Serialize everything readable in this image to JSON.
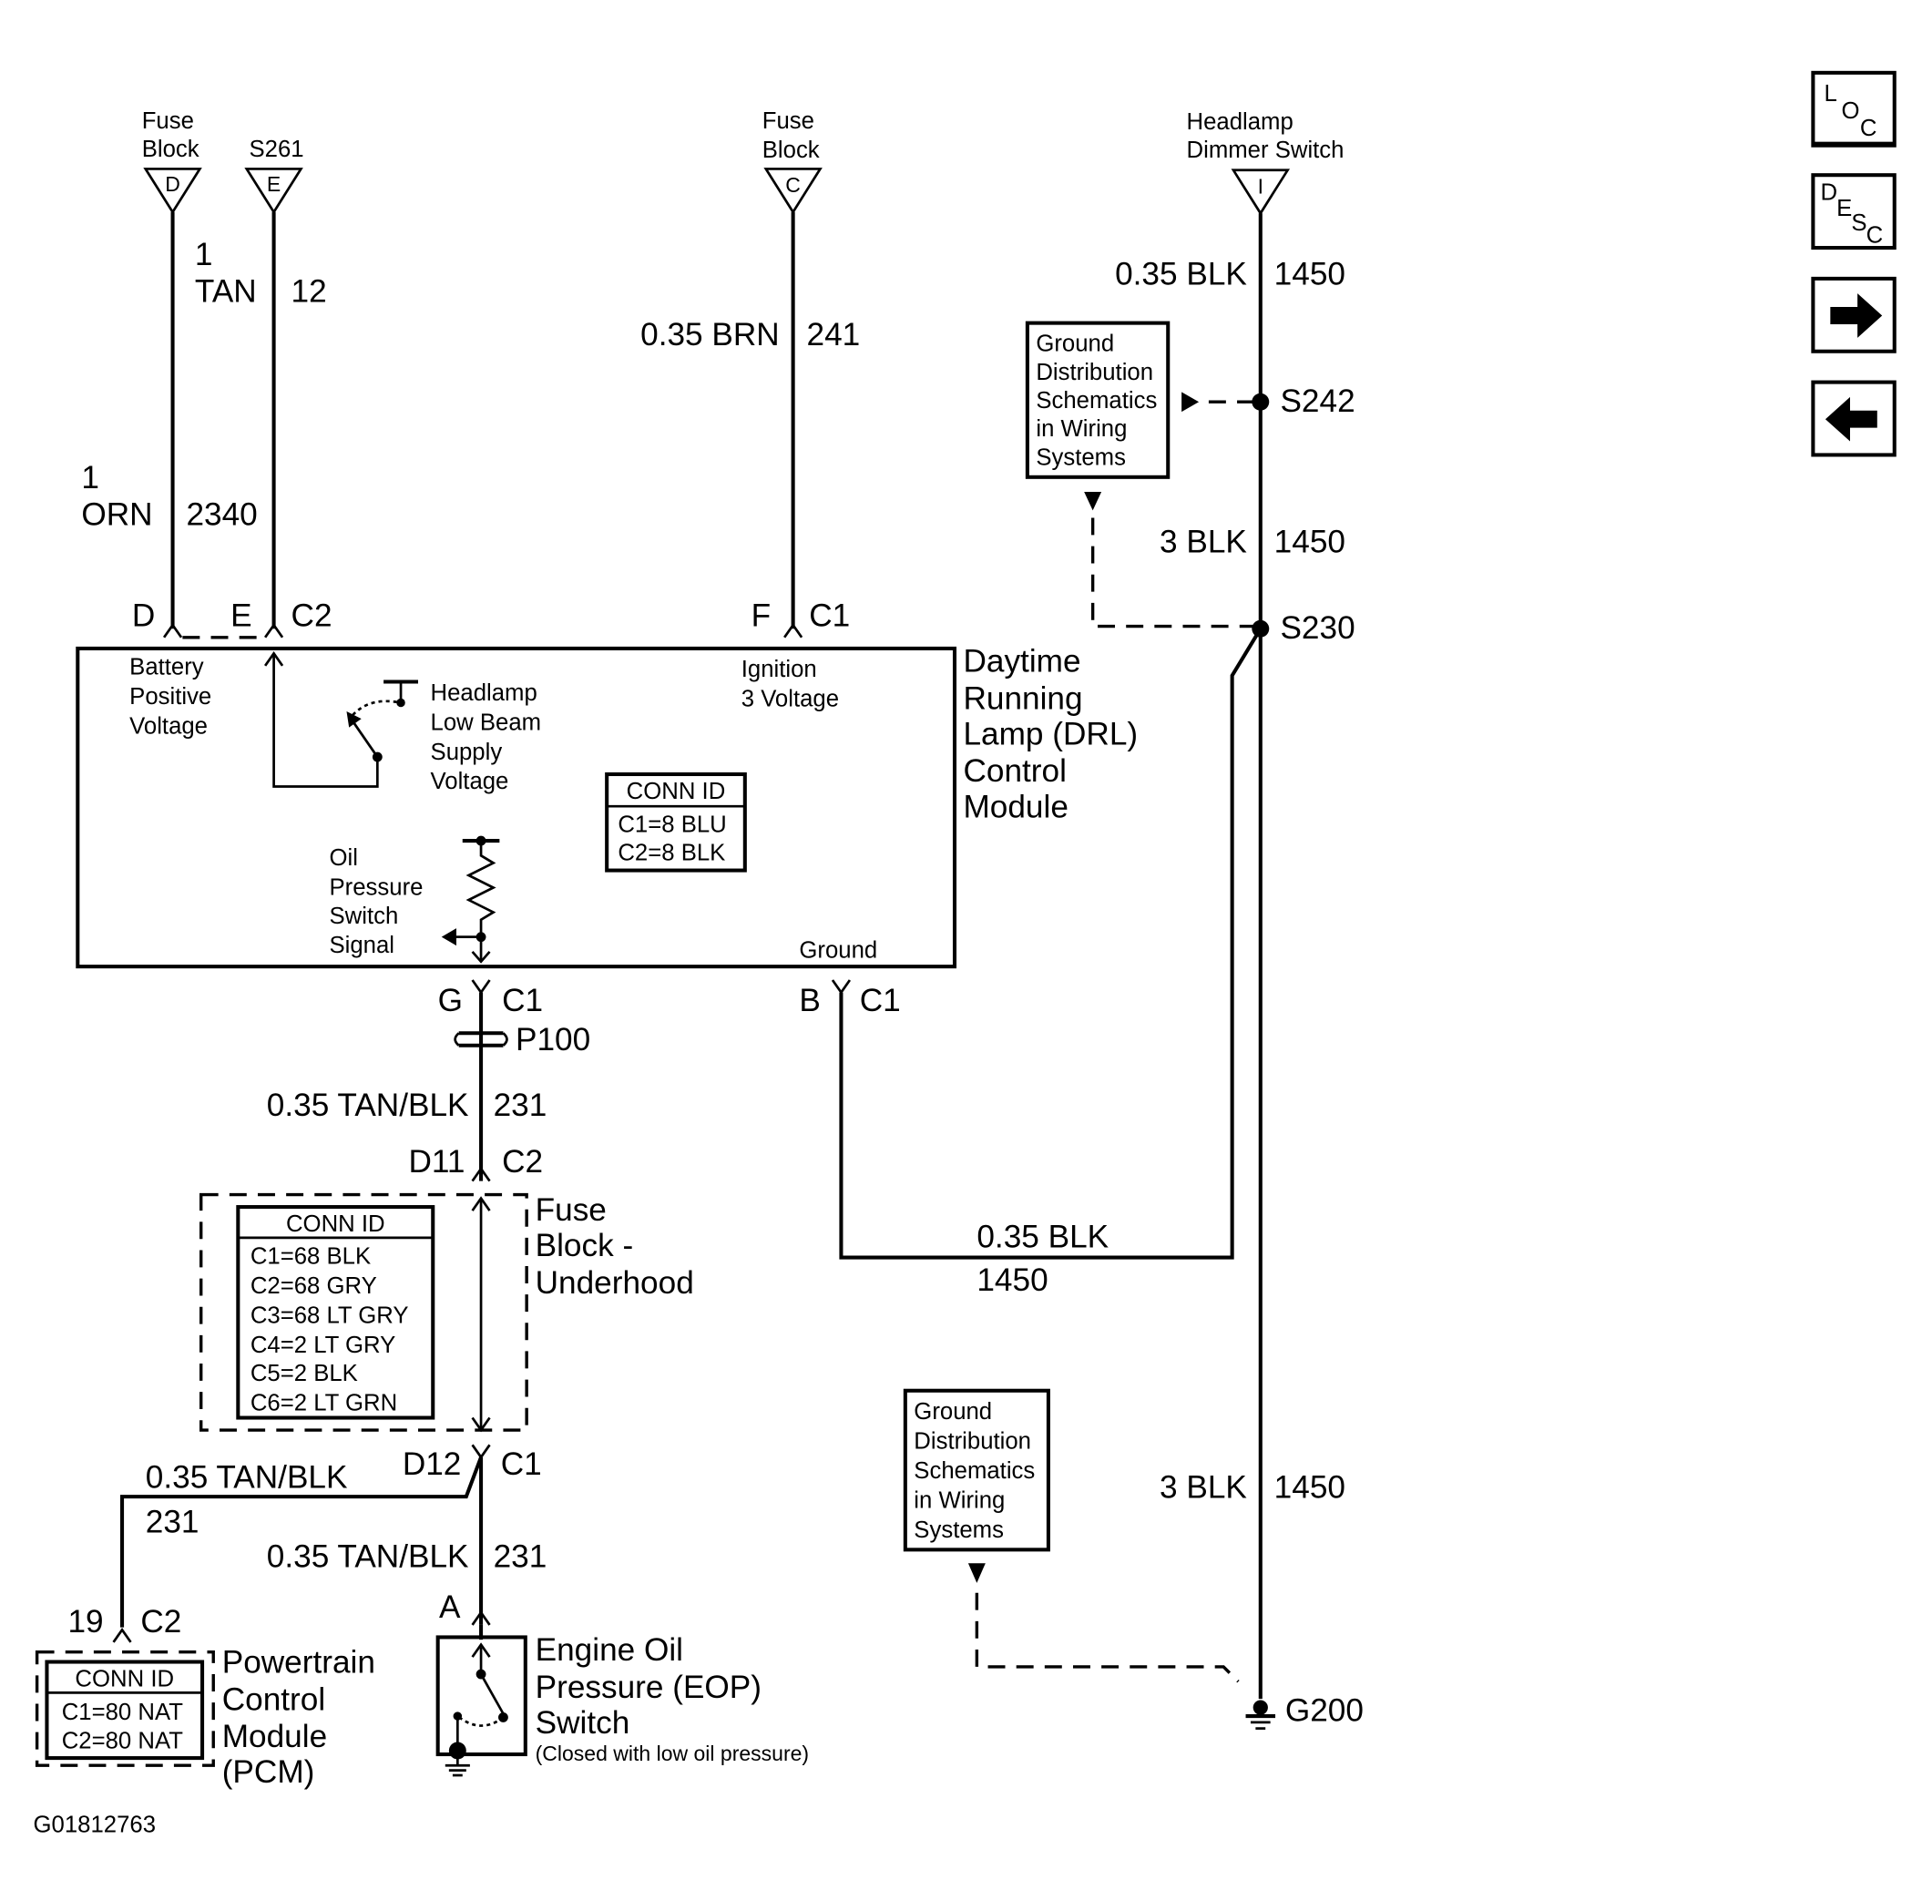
{
  "feeds": {
    "fuse_d": {
      "label1": "Fuse",
      "label2": "Block",
      "letter": "D"
    },
    "s261": {
      "label1": "S261",
      "letter": "E"
    },
    "fuse_c": {
      "label1": "Fuse",
      "label2": "Block",
      "letter": "C"
    },
    "dimmer": {
      "label1": "Headlamp",
      "label2": "Dimmer Switch",
      "letter": "I"
    }
  },
  "wires": {
    "tan": {
      "size": "1",
      "color": "TAN",
      "circuit": "12"
    },
    "orn": {
      "size": "1",
      "color": "ORN",
      "circuit": "2340"
    },
    "brn": {
      "size": "0.35 BRN",
      "circuit": "241"
    },
    "blk_top": {
      "color": "0.35 BLK",
      "circuit": "1450"
    },
    "blk_mid": {
      "color": "3 BLK",
      "circuit": "1450"
    },
    "blk_low": {
      "color": "3 BLK",
      "circuit": "1450"
    },
    "tanblk_1": {
      "color": "0.35 TAN/BLK",
      "circuit": "231"
    },
    "tanblk_2": {
      "color": "0.35 TAN/BLK",
      "circuit": "231"
    },
    "tanblk_3": {
      "color": "0.35 TAN/BLK",
      "circuit": "231"
    },
    "blk_ground": {
      "color": "0.35 BLK",
      "circuit": "1450"
    }
  },
  "splices": {
    "s242": "S242",
    "s230": "S230",
    "g200": "G200",
    "p100": "P100"
  },
  "pins": {
    "d": "D",
    "e": "E",
    "c2_top": "C2",
    "f": "F",
    "c1_top": "C1",
    "g": "G",
    "c1_g": "C1",
    "b": "B",
    "c1_b": "C1",
    "d11": "D11",
    "c2_d11": "C2",
    "d12": "D12",
    "c1_d12": "C1",
    "p19": "19",
    "c2_pcm": "C2",
    "a": "A"
  },
  "drl": {
    "title": [
      "Daytime",
      "Running",
      "Lamp (DRL)",
      "Control",
      "Module"
    ],
    "battery": [
      "Battery",
      "Positive",
      "Voltage"
    ],
    "headlamp": [
      "Headlamp",
      "Low Beam",
      "Supply",
      "Voltage"
    ],
    "ignition": [
      "Ignition",
      "3 Voltage"
    ],
    "oil": [
      "Oil",
      "Pressure",
      "Switch",
      "Signal"
    ],
    "ground": "Ground",
    "conn_title": "CONN ID",
    "conn": [
      "C1=8 BLU",
      "C2=8 BLK"
    ]
  },
  "ground_dist_1": [
    "Ground",
    "Distribution",
    "Schematics",
    "in Wiring",
    "Systems"
  ],
  "ground_dist_2": [
    "Ground",
    "Distribution",
    "Schematics",
    "in Wiring",
    "Systems"
  ],
  "fuse_block": {
    "title": [
      "Fuse",
      "Block -",
      "Underhood"
    ],
    "conn_title": "CONN ID",
    "conn": [
      "C1=68 BLK",
      "C2=68 GRY",
      "C3=68 LT GRY",
      "C4=2 LT GRY",
      "C5=2 BLK",
      "C6=2 LT GRN"
    ]
  },
  "pcm": {
    "title": [
      "Powertrain",
      "Control",
      "Module",
      "(PCM)"
    ],
    "conn_title": "CONN ID",
    "conn": [
      "C1=80 NAT",
      "C2=80 NAT"
    ]
  },
  "eop": {
    "title": [
      "Engine Oil",
      "Pressure (EOP)",
      "Switch"
    ],
    "note": "(Closed with low oil pressure)"
  },
  "figure_id": "G01812763",
  "nav": {
    "loc": [
      "L",
      "O",
      "C"
    ],
    "desc": [
      "D",
      "E",
      "S",
      "C"
    ],
    "next_icon": "arrow-right",
    "prev_icon": "arrow-left"
  }
}
